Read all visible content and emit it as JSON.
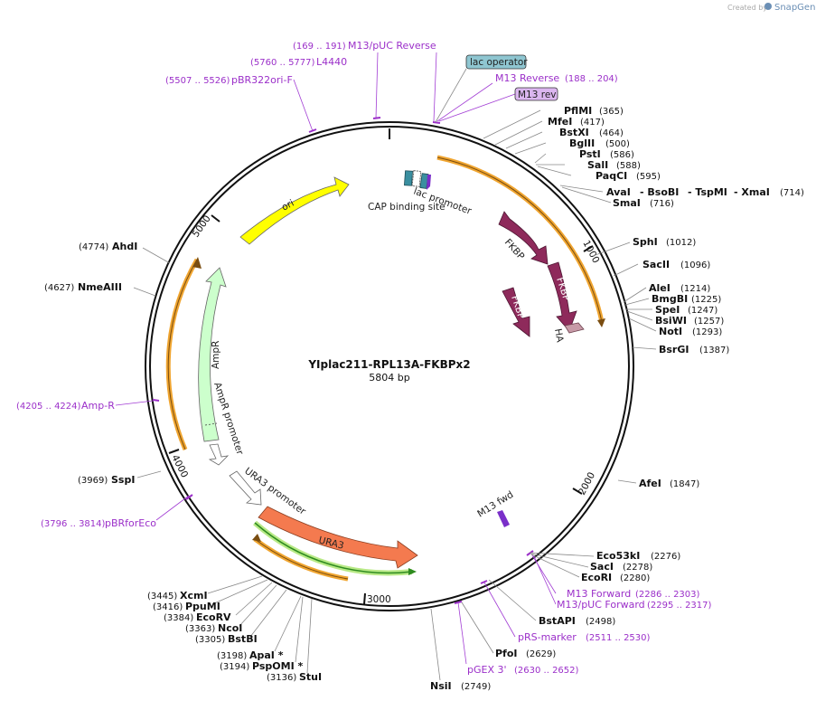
{
  "credit": {
    "prefix": "Created by",
    "brand": "SnapGene"
  },
  "plasmid": {
    "name": "YIplac211-RPL13A-FKBPx2",
    "length": "5804 bp"
  },
  "ticks": [
    "1000",
    "2000",
    "3000",
    "4000",
    "5000"
  ],
  "features": {
    "lac_promoter": "lac promoter",
    "cap_site": "CAP binding site",
    "lac_operator": "lac operator",
    "m13_rev": "M13 rev",
    "fkbp": "FKBP",
    "ha": "HA",
    "ori": "ori",
    "ampr": "AmpR",
    "ampr_promoter": "AmpR promoter",
    "ura3_promoter": "URA3 promoter",
    "ura3": "URA3",
    "m13_fwd": "M13 fwd"
  },
  "sites": [
    {
      "name": "PflMI",
      "pos": "(365)"
    },
    {
      "name": "MfeI",
      "pos": "(417)"
    },
    {
      "name": "BstXI",
      "pos": "(464)"
    },
    {
      "name": "BglII",
      "pos": "(500)"
    },
    {
      "name": "PstI",
      "pos": "(586)"
    },
    {
      "name": "SalI",
      "pos": "(588)"
    },
    {
      "name": "PaqCI",
      "pos": "(595)"
    },
    {
      "name": "AvaI",
      "pos": ""
    },
    {
      "name": "- BsoBI",
      "pos": ""
    },
    {
      "name": "- TspMI",
      "pos": ""
    },
    {
      "name": "- XmaI",
      "pos": "(714)"
    },
    {
      "name": "SmaI",
      "pos": "(716)"
    },
    {
      "name": "SphI",
      "pos": "(1012)"
    },
    {
      "name": "SacII",
      "pos": "(1096)"
    },
    {
      "name": "AleI",
      "pos": "(1214)"
    },
    {
      "name": "BmgBI",
      "pos": "(1225)"
    },
    {
      "name": "SpeI",
      "pos": "(1247)"
    },
    {
      "name": "BsiWI",
      "pos": "(1257)"
    },
    {
      "name": "NotI",
      "pos": "(1293)"
    },
    {
      "name": "BsrGI",
      "pos": "(1387)"
    },
    {
      "name": "AfeI",
      "pos": "(1847)"
    },
    {
      "name": "Eco53kI",
      "pos": "(2276)"
    },
    {
      "name": "SacI",
      "pos": "(2278)"
    },
    {
      "name": "EcoRI",
      "pos": "(2280)"
    },
    {
      "name": "BstAPI",
      "pos": "(2498)"
    },
    {
      "name": "PfoI",
      "pos": "(2629)"
    },
    {
      "name": "NsiI",
      "pos": "(2749)"
    },
    {
      "name": "StuI",
      "pos": "(3136)"
    },
    {
      "name": "PspOMI *",
      "pos": "(3194)"
    },
    {
      "name": "ApaI *",
      "pos": "(3198)"
    },
    {
      "name": "BstBI",
      "pos": "(3305)"
    },
    {
      "name": "NcoI",
      "pos": "(3363)"
    },
    {
      "name": "EcoRV",
      "pos": "(3384)"
    },
    {
      "name": "PpuMI",
      "pos": "(3416)"
    },
    {
      "name": "XcmI",
      "pos": "(3445)"
    },
    {
      "name": "SspI",
      "pos": "(3969)"
    },
    {
      "name": "NmeAIII",
      "pos": "(4627)"
    },
    {
      "name": "AhdI",
      "pos": "(4774)"
    }
  ],
  "primers": [
    {
      "name": "M13/pUC Reverse",
      "pos": "(169 .. 191)"
    },
    {
      "name": "L4440",
      "pos": "(5760 .. 5777)"
    },
    {
      "name": "pBR322ori-F",
      "pos": "(5507 .. 5526)"
    },
    {
      "name": "M13 Reverse",
      "pos": "(188 .. 204)"
    },
    {
      "name": "Amp-R",
      "pos": "(4205 .. 4224)"
    },
    {
      "name": "pBRforEco",
      "pos": "(3796 .. 3814)"
    },
    {
      "name": "M13 Forward",
      "pos": "(2286 .. 2303)"
    },
    {
      "name": "M13/pUC Forward",
      "pos": "(2295 .. 2317)"
    },
    {
      "name": "pRS-marker",
      "pos": "(2511 .. 2530)"
    },
    {
      "name": "pGEX 3'",
      "pos": "(2630 .. 2652)"
    }
  ],
  "colors": {
    "backbone": "#111111",
    "orange_outline": "#f0a530",
    "fkbp": "#8e2a5b",
    "ori": "#ffff00",
    "ampr": "#ccffcc",
    "ura3": "#f47a4f",
    "green_line": "#2e8b1f",
    "primer": "#9b2fc9",
    "lac_operator_bg": "#8fc6d1",
    "m13_rev_bg": "#dbb6ef"
  }
}
